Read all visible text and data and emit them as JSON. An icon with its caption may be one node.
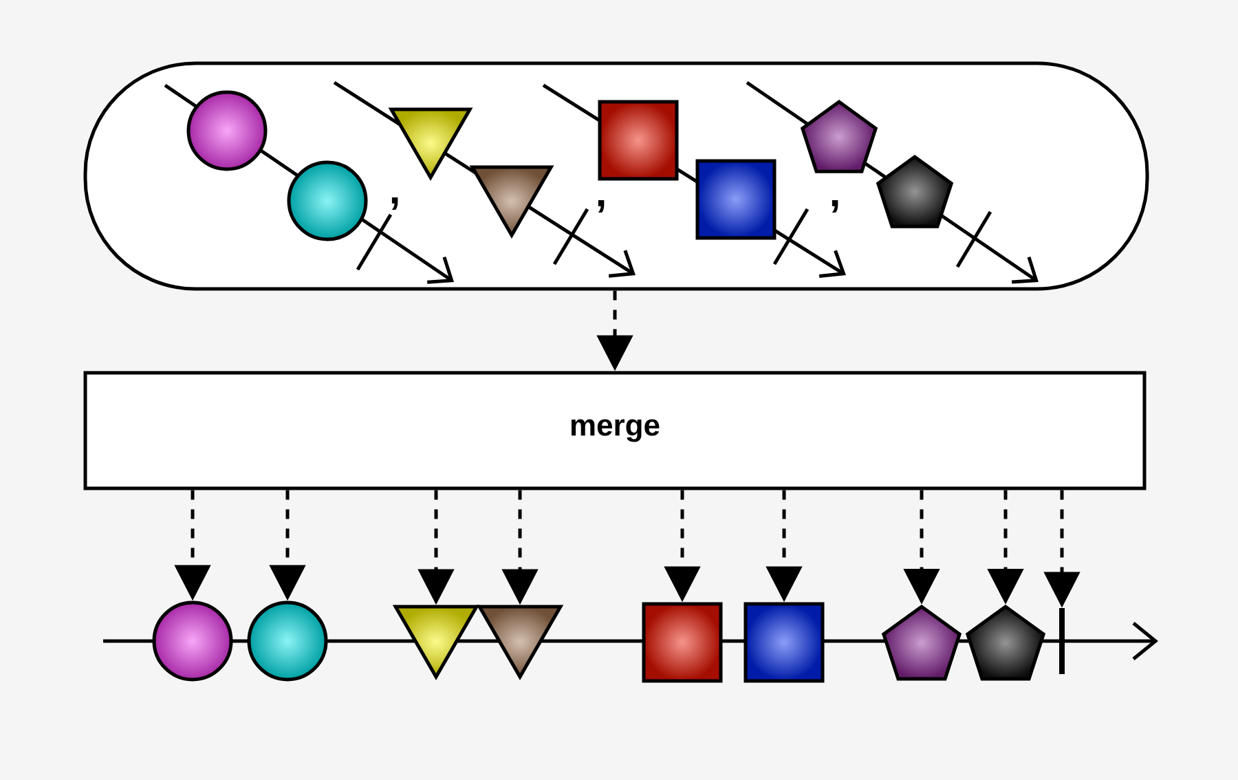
{
  "diagram": {
    "nodes": [
      {
        "text": [],
        "shape": "capsule"
      },
      {
        "text": [
          "merge"
        ]
      },
      {
        "text": [],
        "shape": "circle"
      },
      {
        "text": [],
        "shape": "circle"
      },
      {
        "text": [],
        "shape": "triangle"
      },
      {
        "text": [],
        "shape": "triangle"
      },
      {
        "text": [],
        "shape": "box"
      },
      {
        "text": [],
        "shape": "box"
      },
      {
        "text": [],
        "shape": "pentagon"
      },
      {
        "text": [],
        "shape": "pentagon"
      },
      {
        "text": [],
        "shape": "bar"
      }
    ],
    "edges": [
      {
        "from": 0,
        "to": 1,
        "arrow": "to",
        "style": "dashed"
      },
      {
        "from": 1,
        "to": 2,
        "arrow": "to",
        "style": "dashed"
      },
      {
        "from": 1,
        "to": 3,
        "arrow": "to",
        "style": "dashed"
      },
      {
        "from": 1,
        "to": 4,
        "arrow": "to",
        "style": "dashed"
      },
      {
        "from": 1,
        "to": 5,
        "arrow": "to",
        "style": "dashed"
      },
      {
        "from": 1,
        "to": 6,
        "arrow": "to",
        "style": "dashed"
      },
      {
        "from": 1,
        "to": 7,
        "arrow": "to",
        "style": "dashed"
      },
      {
        "from": 1,
        "to": 8,
        "arrow": "to",
        "style": "dashed"
      },
      {
        "from": 1,
        "to": 9,
        "arrow": "to",
        "style": "dashed"
      },
      {
        "from": 1,
        "to": 10,
        "arrow": "to",
        "style": "dashed"
      }
    ],
    "labels": [
      ",",
      ",",
      ","
    ]
  }
}
